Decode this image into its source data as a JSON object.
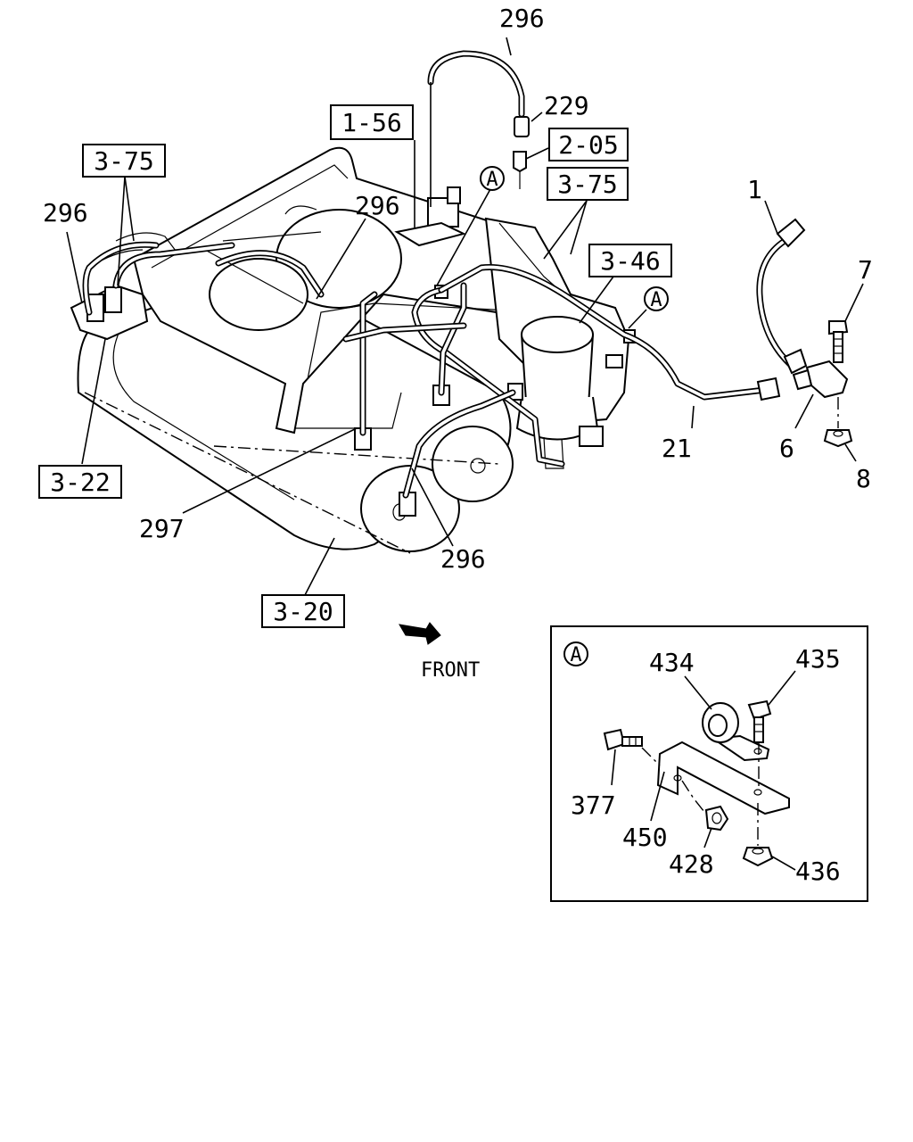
{
  "diagram": {
    "part_labels": {
      "p296_top": "296",
      "p229": "229",
      "p296_left": "296",
      "p296_mid": "296",
      "p1": "1",
      "p7": "7",
      "p21": "21",
      "p6": "6",
      "p8": "8",
      "p297": "297",
      "p296_bottom": "296"
    },
    "ref_boxes": {
      "r1_56": "1-56",
      "r2_05": "2-05",
      "r3_75_left": "3-75",
      "r3_75_right": "3-75",
      "r3_46": "3-46",
      "r3_22": "3-22",
      "r3_20": "3-20"
    },
    "callouts": {
      "a1": "A",
      "a2": "A",
      "a_detail": "A"
    },
    "front_label": "FRONT",
    "detail": {
      "p434": "434",
      "p435": "435",
      "p377": "377",
      "p450": "450",
      "p428": "428",
      "p436": "436"
    }
  }
}
